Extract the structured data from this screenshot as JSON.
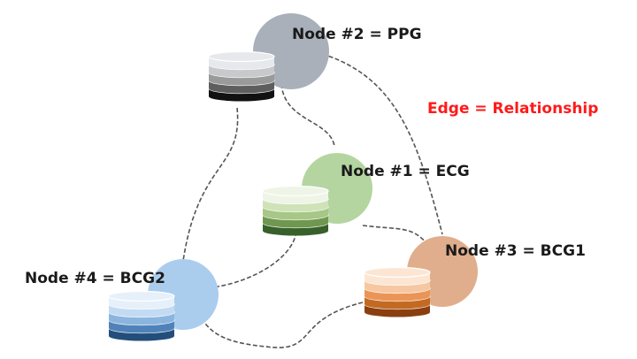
{
  "nodes": [
    {
      "id": "node-2",
      "label": "Node #2 = PPG",
      "circle_color": "#a9b0ba",
      "disk_colors": [
        "#e6e8ec",
        "#c8c9cc",
        "#9a9a9a",
        "#5e5e5e",
        "#111111"
      ]
    },
    {
      "id": "node-1",
      "label": "Node #1 = ECG",
      "circle_color": "#b4d5a0",
      "disk_colors": [
        "#eef5e6",
        "#cfe2b8",
        "#a6c785",
        "#6f9750",
        "#38602b"
      ]
    },
    {
      "id": "node-3",
      "label": "Node #3 = BCG1",
      "circle_color": "#e0ae8c",
      "disk_colors": [
        "#fce6d3",
        "#f6c7a0",
        "#ea9557",
        "#c36a22",
        "#8a3f10"
      ]
    },
    {
      "id": "node-4",
      "label": "Node #4 = BCG2",
      "circle_color": "#aacdee",
      "disk_colors": [
        "#e6f0fa",
        "#c3dbf2",
        "#8bb5de",
        "#4f82b9",
        "#234e7c"
      ]
    }
  ],
  "edge_label": "Edge = Relationship",
  "colors": {
    "edge_label": "#ff1a1a",
    "edge_line": "#555555"
  }
}
